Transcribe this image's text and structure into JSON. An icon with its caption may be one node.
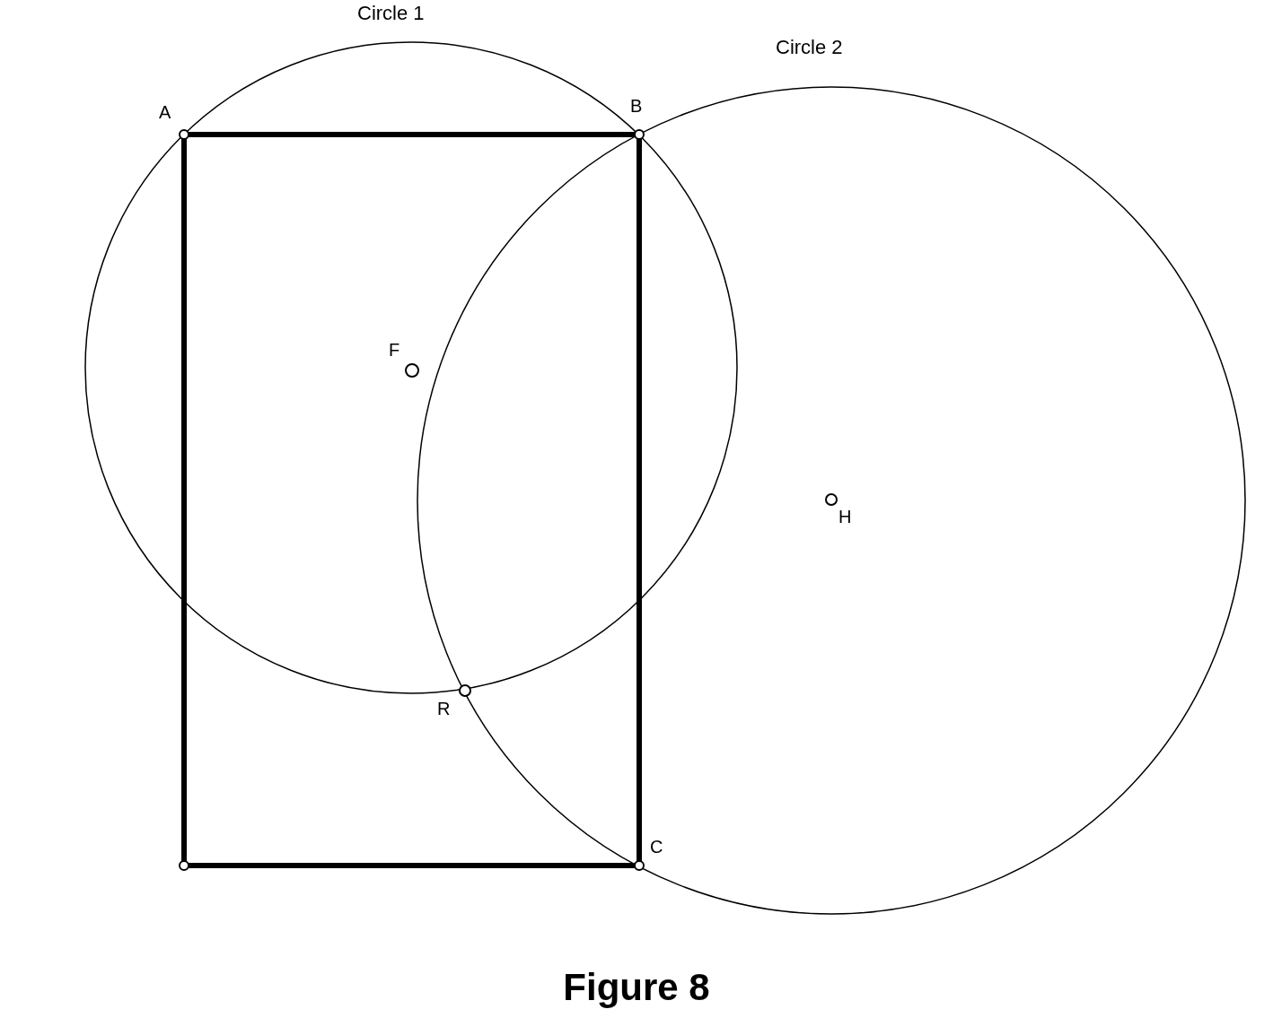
{
  "diagram": {
    "caption": "Figure 8",
    "labels": [
      "Circle 1",
      "Circle 2",
      "A",
      "B",
      "F",
      "H",
      "R",
      "C"
    ]
  }
}
